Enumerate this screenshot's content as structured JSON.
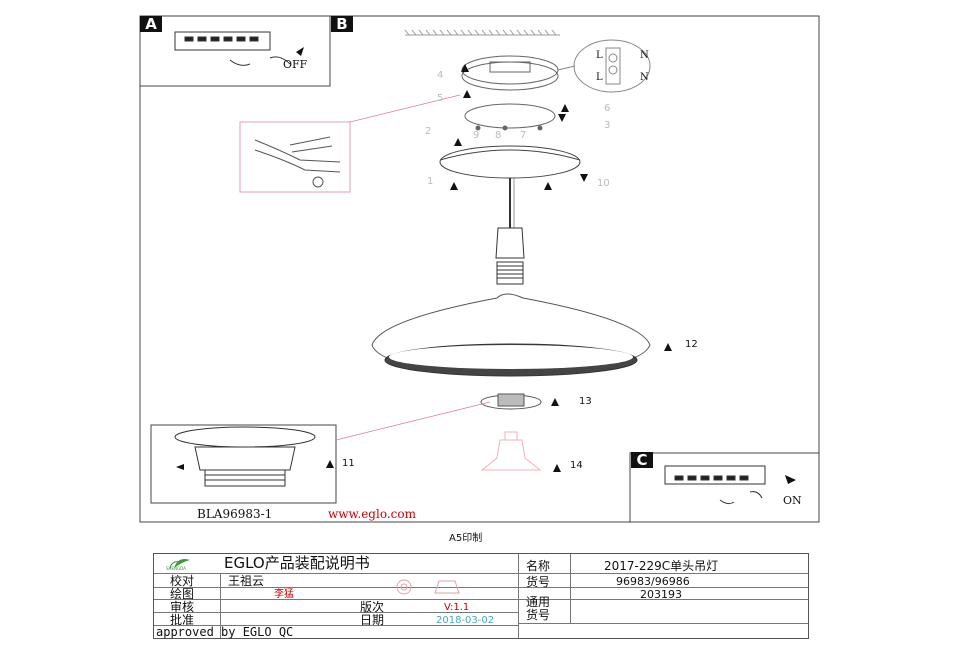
{
  "panels": {
    "a_tag": "A",
    "b_tag": "B",
    "c_tag": "C",
    "off_label": "OFF",
    "on_label": "ON",
    "wire_labels": {
      "l1": "L",
      "n1": "N",
      "l2": "L",
      "n2": "N"
    }
  },
  "callouts": [
    "1",
    "2",
    "3",
    "4",
    "5",
    "6",
    "7",
    "8",
    "9",
    "10",
    "11",
    "12",
    "13",
    "14"
  ],
  "footer": {
    "model_code": "BLA96983-1",
    "website": "www.eglo.com",
    "print_size": "A5印制"
  },
  "title_block": {
    "title": "EGLO产品装配说明书",
    "logo_text": "SHENGDA",
    "check_label": "校对",
    "check_value": "王祖云",
    "draw_label": "绘图",
    "draw_value": "李猛",
    "review_label": "审核",
    "approve_label": "批准",
    "version_label": "版次",
    "version_value": "V:1.1",
    "date_label": "日期",
    "date_value": "2018-03-02",
    "approved_by": "approved by EGLO QC",
    "name_label": "名称",
    "name_value": "2017-229C单头吊灯",
    "item_label": "货号",
    "item_value": "96983/96986",
    "general_label": "通用",
    "general_label2": "货号",
    "general_value": "203193"
  },
  "colors": {
    "accent_pink": "#e07a8a",
    "line": "#333333"
  }
}
